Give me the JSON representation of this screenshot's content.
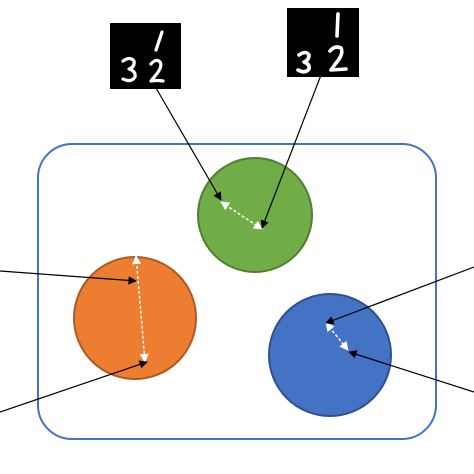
{
  "diagram": {
    "container_stroke": "#4472c4",
    "clusters": [
      {
        "name": "green",
        "fill": "#70ad47",
        "stroke": "#507e32"
      },
      {
        "name": "orange",
        "fill": "#ed7d31",
        "stroke": "#ae5a21"
      },
      {
        "name": "blue",
        "fill": "#4472c4",
        "stroke": "#2f528f"
      }
    ],
    "pointer_color": "#000000",
    "distance_marker_color": "#ffffff",
    "digit_images": [
      {
        "digits": "3 1/2",
        "style": "handwritten"
      },
      {
        "digits": "3 1/2",
        "style": "handwritten"
      }
    ]
  }
}
